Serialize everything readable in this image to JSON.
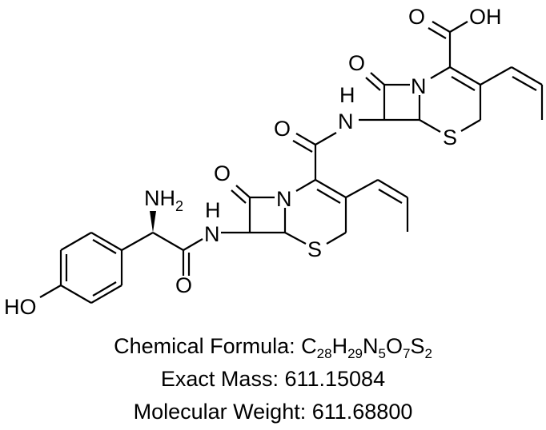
{
  "compound": {
    "type": "chemical-structure",
    "atom_labels": {
      "hydroxyl": "HO",
      "amine": "NH",
      "amine_sub": "2",
      "amide_n_lower_h": "H",
      "amide_n_lower": "N",
      "amide_o_lower": "O",
      "lactam_o_lower": "O",
      "lactam_n_lower": "N",
      "sulfur_lower": "S",
      "amide_o_mid": "O",
      "amide_n_upper_h": "H",
      "amide_n_upper": "N",
      "lactam_o_upper": "O",
      "lactam_n_upper": "N",
      "sulfur_upper": "S",
      "acid_o": "O",
      "acid_oh": "OH"
    }
  },
  "info": {
    "formula_label": "Chemical Formula: ",
    "formula_parts": [
      {
        "el": "C",
        "n": "28"
      },
      {
        "el": "H",
        "n": "29"
      },
      {
        "el": "N",
        "n": "5"
      },
      {
        "el": "O",
        "n": "7"
      },
      {
        "el": "S",
        "n": "2"
      }
    ],
    "exact_mass_label": "Exact Mass: ",
    "exact_mass": "611.15084",
    "mw_label": "Molecular Weight: ",
    "mw": "611.68800"
  }
}
